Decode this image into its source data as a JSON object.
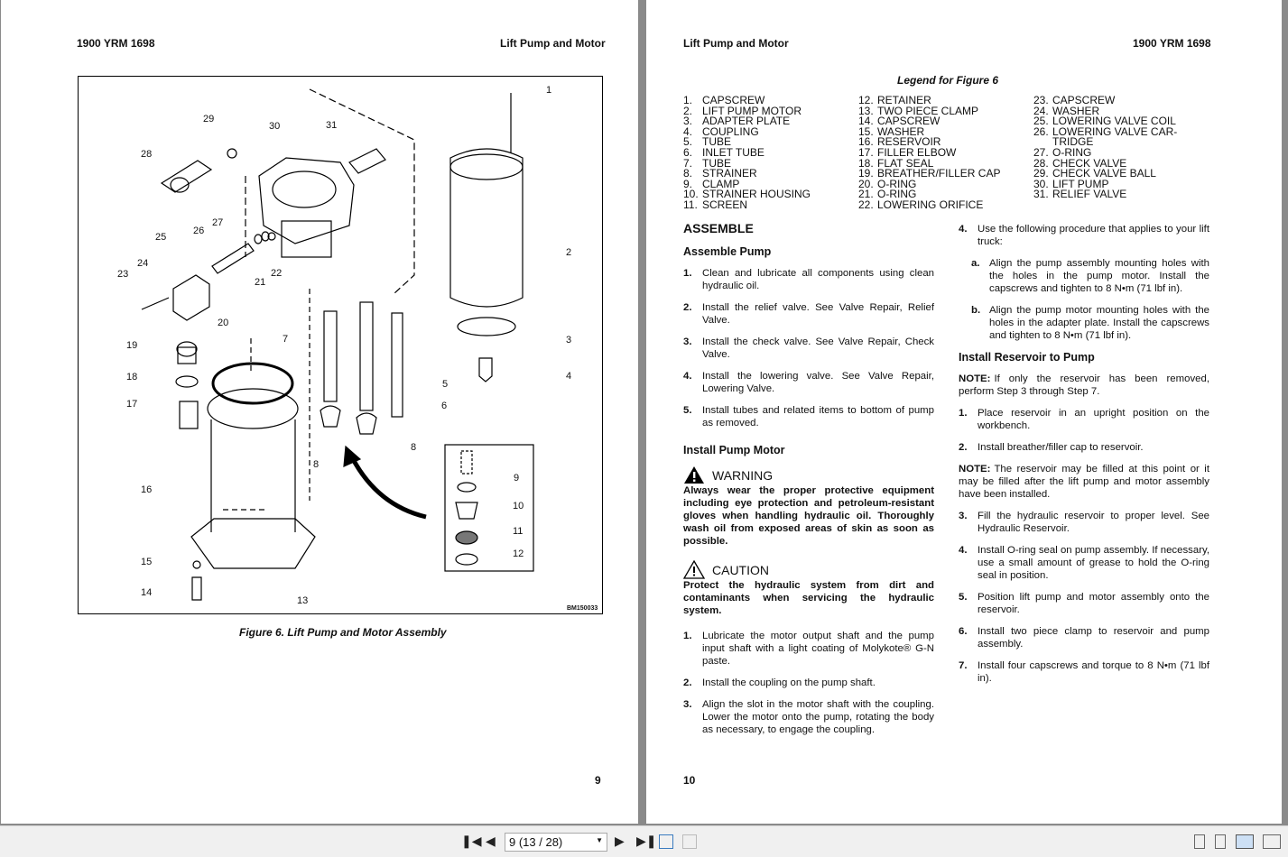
{
  "left_page": {
    "header_left": "1900 YRM 1698",
    "header_right": "Lift Pump and Motor",
    "page_number": "9",
    "figure": {
      "caption": "Figure 6. Lift Pump and Motor Assembly",
      "code": "BM150033",
      "callouts": [
        "1",
        "2",
        "3",
        "4",
        "5",
        "6",
        "7",
        "8",
        "8",
        "9",
        "10",
        "11",
        "12",
        "13",
        "14",
        "15",
        "16",
        "17",
        "18",
        "19",
        "20",
        "21",
        "22",
        "23",
        "24",
        "25",
        "26",
        "27",
        "28",
        "29",
        "30",
        "31"
      ]
    }
  },
  "right_page": {
    "header_left": "Lift Pump and Motor",
    "header_right": "1900 YRM 1698",
    "page_number": "10",
    "legend": {
      "title": "Legend for Figure 6",
      "items": [
        {
          "n": "1.",
          "t": "CAPSCREW"
        },
        {
          "n": "2.",
          "t": "LIFT PUMP MOTOR"
        },
        {
          "n": "3.",
          "t": "ADAPTER PLATE"
        },
        {
          "n": "4.",
          "t": "COUPLING"
        },
        {
          "n": "5.",
          "t": "TUBE"
        },
        {
          "n": "6.",
          "t": "INLET TUBE"
        },
        {
          "n": "7.",
          "t": "TUBE"
        },
        {
          "n": "8.",
          "t": "STRAINER"
        },
        {
          "n": "9.",
          "t": "CLAMP"
        },
        {
          "n": "10.",
          "t": "STRAINER HOUSING"
        },
        {
          "n": "11.",
          "t": "SCREEN"
        },
        {
          "n": "12.",
          "t": "RETAINER"
        },
        {
          "n": "13.",
          "t": "TWO PIECE CLAMP"
        },
        {
          "n": "14.",
          "t": "CAPSCREW"
        },
        {
          "n": "15.",
          "t": "WASHER"
        },
        {
          "n": "16.",
          "t": "RESERVOIR"
        },
        {
          "n": "17.",
          "t": "FILLER ELBOW"
        },
        {
          "n": "18.",
          "t": "FLAT SEAL"
        },
        {
          "n": "19.",
          "t": "BREATHER/FILLER CAP"
        },
        {
          "n": "20.",
          "t": "O-RING"
        },
        {
          "n": "21.",
          "t": "O-RING"
        },
        {
          "n": "22.",
          "t": "LOWERING ORIFICE"
        },
        {
          "n": "23.",
          "t": "CAPSCREW"
        },
        {
          "n": "24.",
          "t": "WASHER"
        },
        {
          "n": "25.",
          "t": "LOWERING VALVE COIL"
        },
        {
          "n": "26.",
          "t": "LOWERING VALVE CAR-"
        },
        {
          "n": "",
          "t": "TRIDGE"
        },
        {
          "n": "27.",
          "t": "O-RING"
        },
        {
          "n": "28.",
          "t": "CHECK VALVE"
        },
        {
          "n": "29.",
          "t": "CHECK VALVE BALL"
        },
        {
          "n": "30.",
          "t": "LIFT PUMP"
        },
        {
          "n": "31.",
          "t": "RELIEF VALVE"
        }
      ]
    },
    "col1": {
      "h_assemble": "ASSEMBLE",
      "h_pump": "Assemble Pump",
      "pump_steps": [
        {
          "n": "1.",
          "t": "Clean and lubricate all components using clean hydraulic oil."
        },
        {
          "n": "2.",
          "t": "Install the relief valve. See Valve Repair, Relief Valve."
        },
        {
          "n": "3.",
          "t": "Install the check valve. See Valve Repair, Check Valve."
        },
        {
          "n": "4.",
          "t": "Install the lowering valve. See Valve Repair, Lowering Valve."
        },
        {
          "n": "5.",
          "t": "Install tubes and related items to bottom of pump as removed."
        }
      ],
      "h_motor": "Install Pump Motor",
      "warning_label": "WARNING",
      "warning_text": "Always wear the proper protective equipment including eye protection and petroleum-resistant gloves when handling hydraulic oil. Thoroughly wash oil from exposed areas of skin as soon as possible.",
      "caution_label": "CAUTION",
      "caution_text": "Protect the hydraulic system from dirt and contaminants when servicing the hydraulic system.",
      "motor_steps": [
        {
          "n": "1.",
          "t": "Lubricate the motor output shaft and the pump input shaft with a light coating of Molykote® G-N paste."
        },
        {
          "n": "2.",
          "t": "Install the coupling on the pump shaft."
        },
        {
          "n": "3.",
          "t": "Align the slot in the motor shaft with the coupling. Lower the motor onto the pump, rotating the body as necessary, to engage the coupling."
        }
      ]
    },
    "col2": {
      "step4": {
        "n": "4.",
        "t": "Use the following procedure that applies to your lift truck:"
      },
      "substeps": [
        {
          "n": "a.",
          "t": "Align the pump assembly mounting holes with the holes in the pump motor. Install the capscrews and tighten to 8 N•m (71 lbf in)."
        },
        {
          "n": "b.",
          "t": "Align the pump motor mounting holes with the holes in the adapter plate. Install the capscrews and tighten to 8 N•m (71 lbf in)."
        }
      ],
      "h_reservoir": "Install Reservoir to Pump",
      "note_label": "NOTE:",
      "note1": "If only the reservoir has been removed, perform Step 3 through Step 7.",
      "steps_a": [
        {
          "n": "1.",
          "t": "Place reservoir in an upright position on the workbench."
        },
        {
          "n": "2.",
          "t": "Install breather/filler cap to reservoir."
        }
      ],
      "note2": "The reservoir may be filled at this point or it may be filled after the lift pump and motor assembly have been installed.",
      "steps_b": [
        {
          "n": "3.",
          "t": "Fill the hydraulic reservoir to proper level. See Hydraulic Reservoir."
        },
        {
          "n": "4.",
          "t": "Install O-ring seal on pump assembly. If necessary, use a small amount of grease to hold the O-ring seal in position."
        },
        {
          "n": "5.",
          "t": "Position lift pump and motor assembly onto the reservoir."
        },
        {
          "n": "6.",
          "t": "Install two piece clamp to reservoir and pump assembly."
        },
        {
          "n": "7.",
          "t": "Install four capscrews and torque to 8 N•m (71 lbf in)."
        }
      ]
    }
  },
  "toolbar": {
    "page_field": "9 (13 / 28)"
  }
}
